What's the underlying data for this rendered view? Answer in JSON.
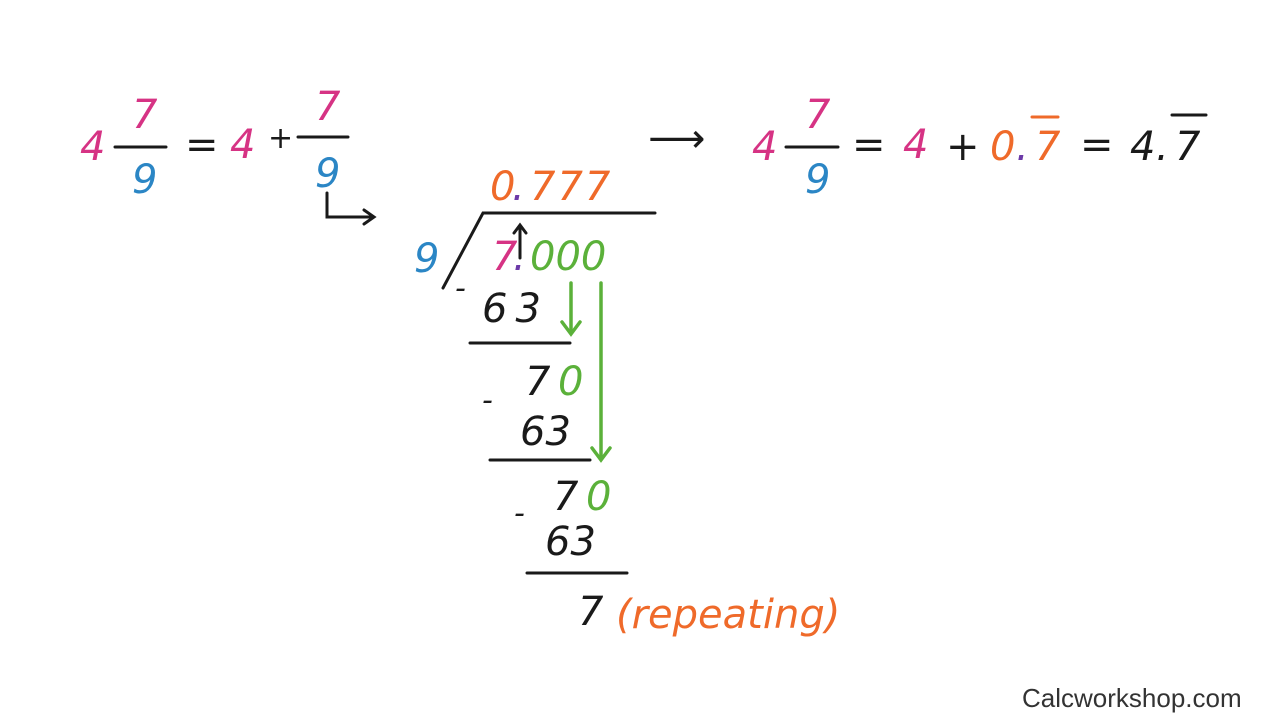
{
  "left_equation": {
    "whole": "4",
    "numerator": "7",
    "denominator": "9",
    "equals": "=",
    "whole2": "4",
    "plus": "+",
    "numerator2": "7",
    "denominator2": "9"
  },
  "arrow": "⟶",
  "right_equation": {
    "whole": "4",
    "numerator": "7",
    "denominator": "9",
    "equals": "=",
    "whole2": "4",
    "plus": "+",
    "decimal_int": "0",
    "decimal_point": ".",
    "repeating_digit": "7",
    "equals2": "=",
    "result_int": "4",
    "result_point": ".",
    "result_repeating": "7"
  },
  "long_division": {
    "quotient_int": "0",
    "quotient_point": ".",
    "quotient_digits": "777",
    "divisor": "9",
    "dividend_digit": "7",
    "dividend_point": ".",
    "dividend_zeros": "000",
    "steps": [
      {
        "minus": "-",
        "subtract": "63"
      },
      {
        "remainder_digit": "7",
        "brought_down": "0",
        "minus": "-",
        "subtract": "63"
      },
      {
        "remainder_digit": "7",
        "brought_down": "0",
        "minus": "-",
        "subtract": "63"
      }
    ],
    "final_remainder": "7",
    "note": "(repeating)"
  },
  "colors": {
    "whole": "#d63384",
    "denominator": "#2b86c5",
    "decimal": "#ef6a2a",
    "brought_down": "#5bb13a",
    "ink": "#1a1a1a"
  },
  "watermark": "Calcworkshop.com"
}
